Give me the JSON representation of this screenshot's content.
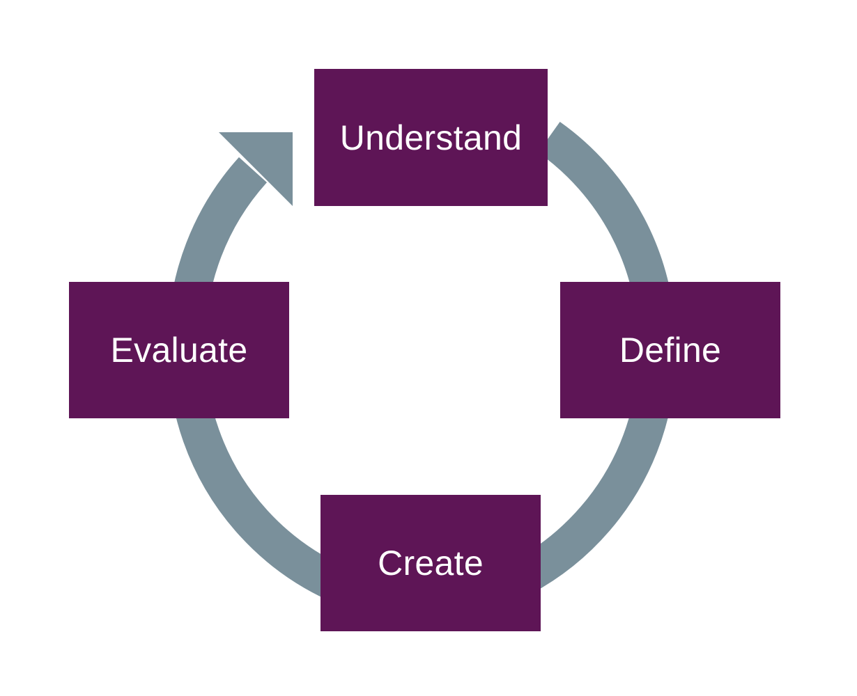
{
  "diagram": {
    "type": "cycle",
    "direction": "clockwise",
    "colors": {
      "box_fill": "#5e1556",
      "box_text": "#ffffff",
      "arrow": "#7a909b",
      "background": "#ffffff"
    },
    "steps": [
      {
        "id": "understand",
        "label": "Understand"
      },
      {
        "id": "define",
        "label": "Define"
      },
      {
        "id": "create",
        "label": "Create"
      },
      {
        "id": "evaluate",
        "label": "Evaluate"
      }
    ]
  }
}
